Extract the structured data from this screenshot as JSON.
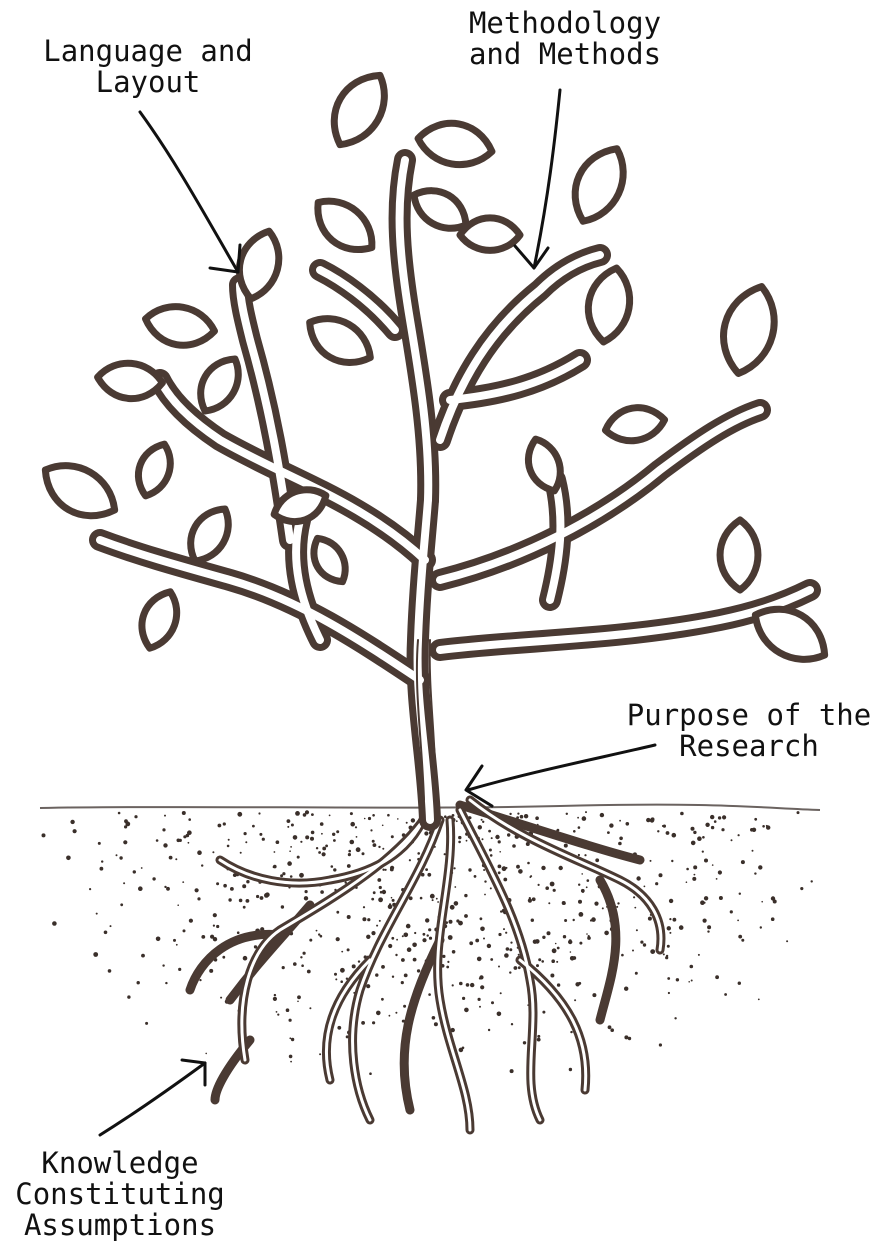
{
  "labels": {
    "language_layout": [
      "Language and",
      "Layout"
    ],
    "methodology_methods": [
      "Methodology",
      "and Methods"
    ],
    "purpose": [
      "Purpose of the",
      "Research"
    ],
    "knowledge": [
      "Knowledge",
      "Constituting",
      "Assumptions"
    ]
  },
  "colors": {
    "tree_outline": "#4a3a33",
    "soil_dots": "#3a2f2a",
    "arrow": "#111111"
  }
}
